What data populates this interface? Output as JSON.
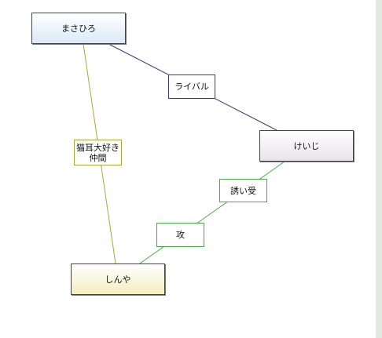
{
  "nodes": {
    "masahiro": {
      "label": "まさひろ"
    },
    "keiji": {
      "label": "けいじ"
    },
    "shinya": {
      "label": "しんや"
    }
  },
  "edges": {
    "masahiro_keiji": {
      "label": "ライバル",
      "color": "#3a3a7a"
    },
    "masahiro_shinya": {
      "label": "猫耳大好き\n仲間",
      "color": "#a8a83a"
    },
    "keiji_shinya": {
      "labels": [
        "誘い受",
        "攻"
      ],
      "color": "#48a848"
    }
  },
  "colors": {
    "masahiro_fill": "#dce9f8",
    "keiji_fill": "#e9e2ea",
    "shinya_fill": "#f3efbd",
    "right_strip": "#e2ebe2"
  }
}
